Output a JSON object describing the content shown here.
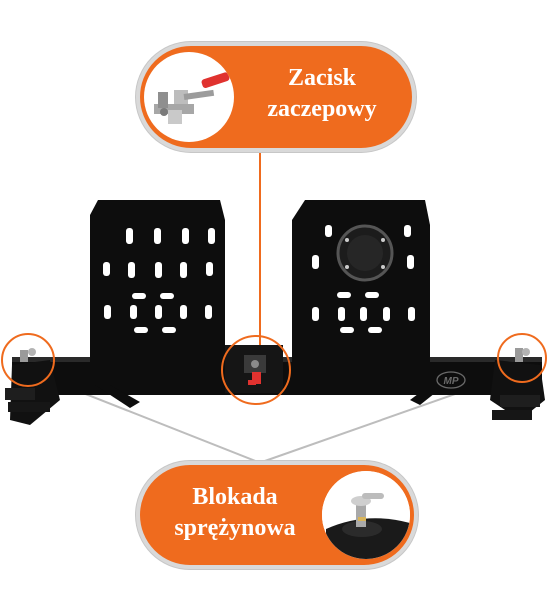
{
  "callouts": {
    "top": {
      "line1": "Zacisk",
      "line2": "zaczepowy"
    },
    "bottom": {
      "line1": "Blokada",
      "line2": "sprężynowa"
    }
  },
  "product": {
    "logo": "MP"
  },
  "colors": {
    "accent": "#ef6b1e",
    "ring": "#d9d9d9",
    "steel": "#0d0d0d",
    "clamp": "#e0322f"
  }
}
